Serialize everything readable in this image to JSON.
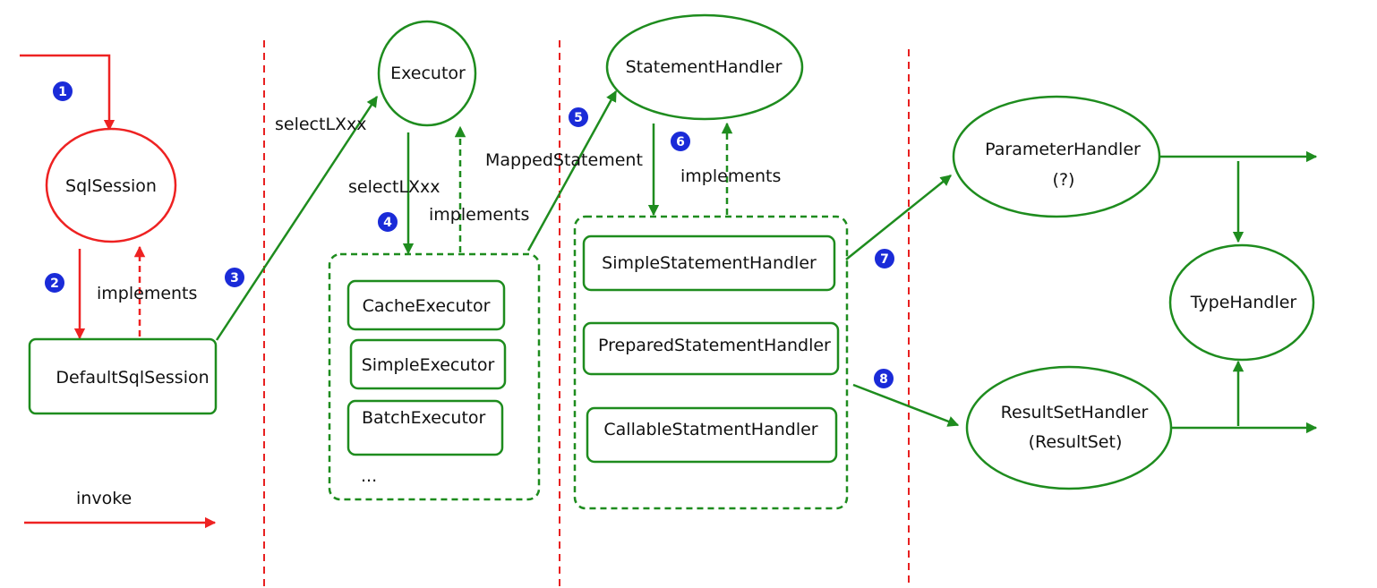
{
  "colors": {
    "red": "#ee2222",
    "green": "#1e8c1e",
    "badge": "#1a2bd8",
    "divider": "#e82020"
  },
  "nodes": {
    "sqlsession": "SqlSession",
    "default_sqlsession": "DefaultSqlSession",
    "executor": "Executor",
    "cache_executor": "CacheExecutor",
    "simple_executor": "SimpleExecutor",
    "batch_executor": "BatchExecutor",
    "executor_more": "...",
    "statement_handler": "StatementHandler",
    "simple_statement_handler": "SimpleStatementHandler",
    "prepared_statement_handler": "PreparedStatementHandler",
    "callable_statement_handler": "CallableStatmentHandler",
    "parameter_handler": "ParameterHandler",
    "parameter_handler_sub": "(?)",
    "type_handler": "TypeHandler",
    "resultset_handler": "ResultSetHandler",
    "resultset_handler_sub": "(ResultSet)"
  },
  "edge_labels": {
    "implements_1": "implements",
    "select_1": "selectLXxx",
    "select_2": "selectLXxx",
    "implements_2": "implements",
    "mapped_statement": "MappedStatement",
    "implements_3": "implements",
    "invoke": "invoke"
  },
  "badges": [
    "1",
    "2",
    "3",
    "4",
    "5",
    "6",
    "7",
    "8"
  ]
}
